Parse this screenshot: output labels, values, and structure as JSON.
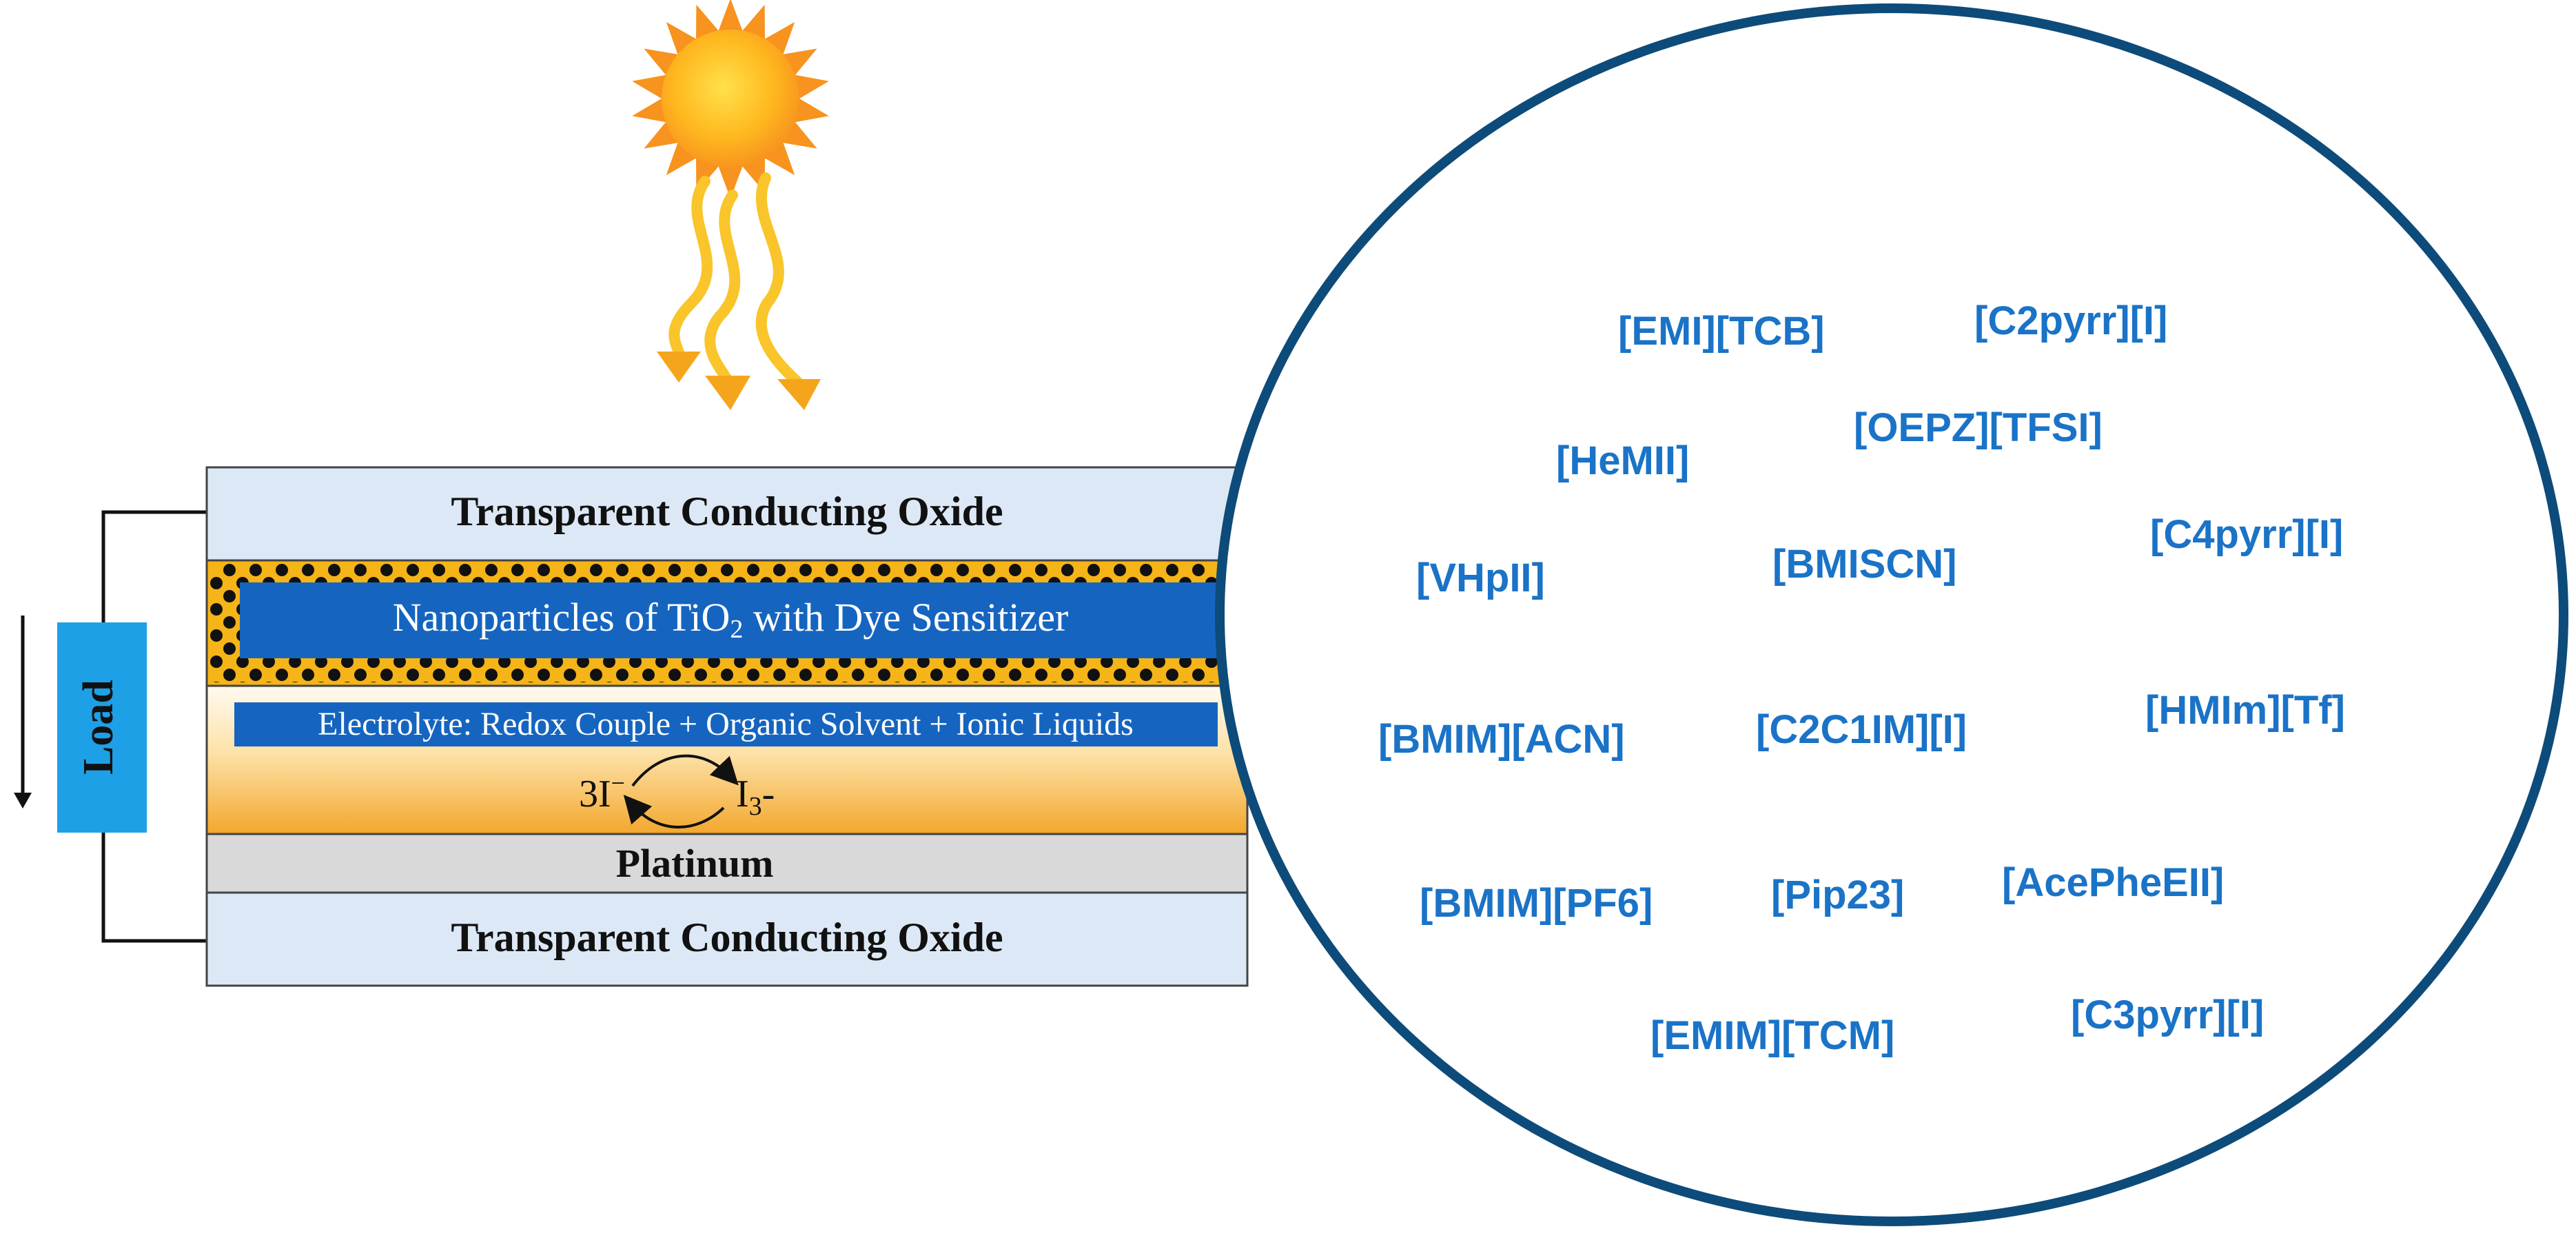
{
  "layers": {
    "top_tco": "Transparent Conducting Oxide",
    "nanoparticles": "Nanoparticles of TiO",
    "nanoparticles_sub": "2",
    "nanoparticles_rest": " with Dye Sensitizer",
    "electrolyte": "Electrolyte: Redox Couple + Organic Solvent + Ionic Liquids",
    "redox_left": "3I",
    "redox_left_sup": "−",
    "redox_right": "I",
    "redox_right_sub": "3",
    "redox_right_sup": "-",
    "platinum": "Platinum",
    "bottom_tco": "Transparent Conducting Oxide"
  },
  "load": {
    "label": "Load"
  },
  "ionic_liquids": [
    "[EMI][TCB]",
    "[C2pyrr][I]",
    "[HeMII]",
    "[OEPZ][TFSI]",
    "[C4pyrr][I]",
    "[VHpII]",
    "[BMISCN]",
    "[BMIM][ACN]",
    "[C2C1IM][I]",
    "[HMIm][Tf]",
    "[BMIM][PF6]",
    "[Pip23]",
    "[AcePheEII]",
    "[EMIM][TCM]",
    "[C3pyrr][I]"
  ],
  "colors": {
    "tco_fill": "#dce8f5",
    "np_band": "#f5b417",
    "np_box": "#1565c0",
    "electrolyte_top": "#fde9c5",
    "electrolyte_bottom": "#f6b43a",
    "platinum": "#d9d9d9",
    "load_box": "#1ea0e6",
    "bubble_stroke": "#0d4b7a",
    "il_text": "#1a73c7",
    "sun": "#f7a51c"
  },
  "icons": [
    "sun-icon",
    "light-ray-icon",
    "current-arrow-icon",
    "redox-arrows-icon"
  ]
}
